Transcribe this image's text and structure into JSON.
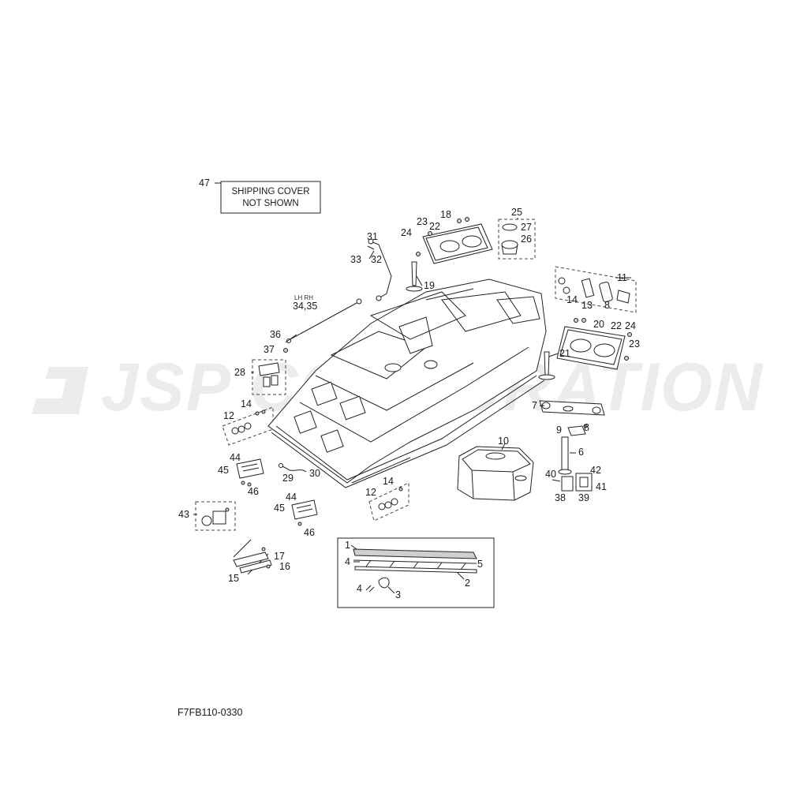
{
  "watermark": "JSP CORPORATION",
  "note": {
    "ref": "47",
    "line1": "SHIPPING COVER",
    "line2": "NOT SHOWN"
  },
  "side_label": "LH RH",
  "figure_code": "F7FB110-0330",
  "callouts": [
    {
      "text": "31"
    },
    {
      "text": "33"
    },
    {
      "text": "32"
    },
    {
      "text": "23"
    },
    {
      "text": "24"
    },
    {
      "text": "22"
    },
    {
      "text": "18"
    },
    {
      "text": "25"
    },
    {
      "text": "27"
    },
    {
      "text": "26"
    },
    {
      "text": "19"
    },
    {
      "text": "34,35"
    },
    {
      "text": "11"
    },
    {
      "text": "14"
    },
    {
      "text": "13"
    },
    {
      "text": "8"
    },
    {
      "text": "36"
    },
    {
      "text": "37"
    },
    {
      "text": "20"
    },
    {
      "text": "22"
    },
    {
      "text": "24"
    },
    {
      "text": "23"
    },
    {
      "text": "28"
    },
    {
      "text": "21"
    },
    {
      "text": "14"
    },
    {
      "text": "12"
    },
    {
      "text": "7"
    },
    {
      "text": "9"
    },
    {
      "text": "8"
    },
    {
      "text": "10"
    },
    {
      "text": "6"
    },
    {
      "text": "44"
    },
    {
      "text": "45"
    },
    {
      "text": "46"
    },
    {
      "text": "29"
    },
    {
      "text": "30"
    },
    {
      "text": "40"
    },
    {
      "text": "42"
    },
    {
      "text": "41"
    },
    {
      "text": "38"
    },
    {
      "text": "39"
    },
    {
      "text": "14"
    },
    {
      "text": "12"
    },
    {
      "text": "44"
    },
    {
      "text": "45"
    },
    {
      "text": "46"
    },
    {
      "text": "43"
    },
    {
      "text": "1"
    },
    {
      "text": "4"
    },
    {
      "text": "5"
    },
    {
      "text": "2"
    },
    {
      "text": "4"
    },
    {
      "text": "3"
    },
    {
      "text": "17"
    },
    {
      "text": "16"
    },
    {
      "text": "15"
    }
  ]
}
